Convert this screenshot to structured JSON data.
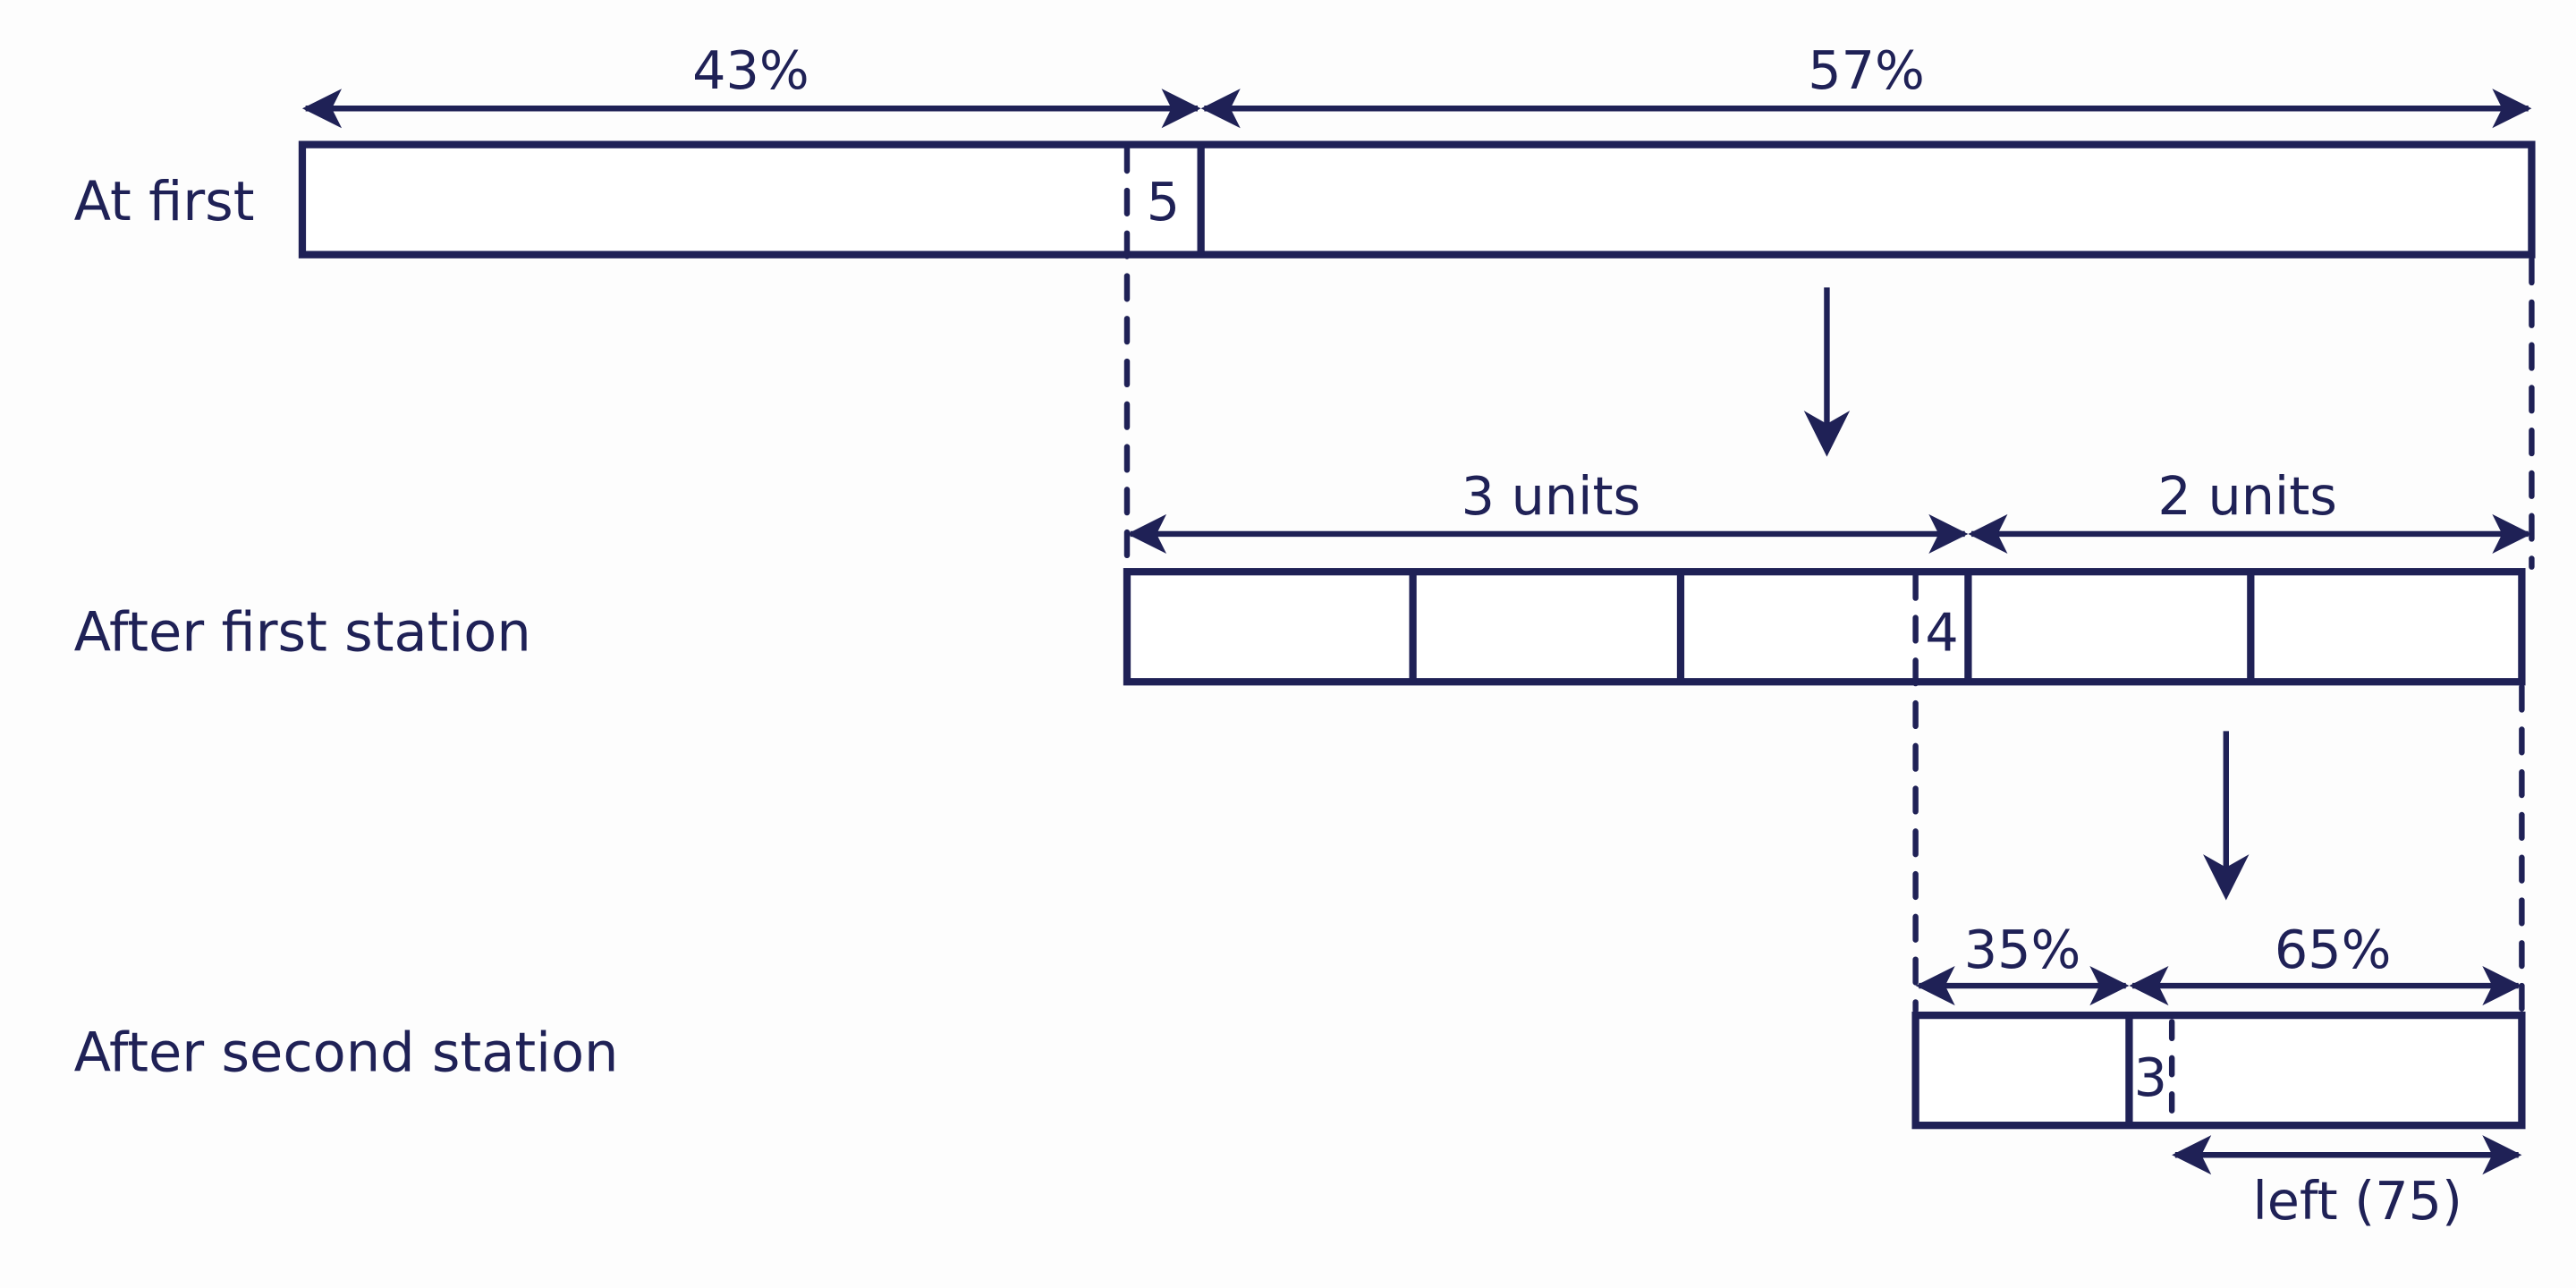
{
  "rows": {
    "at_first": "At first",
    "after_first": "After first station",
    "after_second": "After second station"
  },
  "bar1": {
    "left_pct": "43%",
    "right_pct": "57%",
    "marker": "5"
  },
  "bar2": {
    "left_units": "3 units",
    "right_units": "2 units",
    "marker": "4"
  },
  "bar3": {
    "left_pct": "35%",
    "right_pct": "65%",
    "marker": "3",
    "left_label": "left (75)"
  },
  "colors": {
    "ink": "#1f2156",
    "background": "#fdfdfd"
  }
}
